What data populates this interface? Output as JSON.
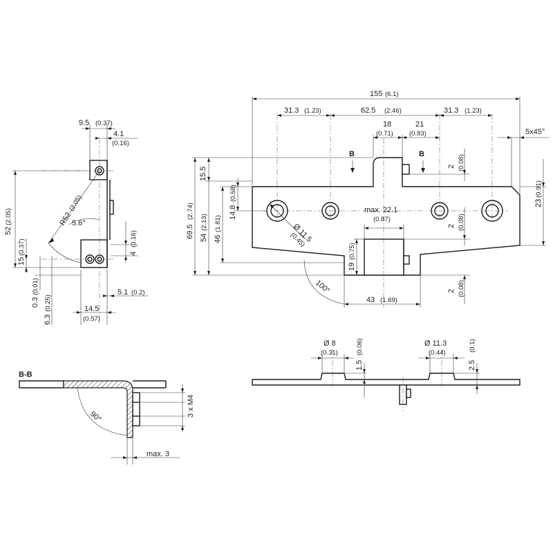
{
  "section": {
    "label": "B-B",
    "marker": "B"
  },
  "side_view": {
    "w1": "9.5",
    "w1_in": "(0.37)",
    "w2": "4.1",
    "w2_in": "(0.16)",
    "h_total": "52",
    "h_total_in": "(2.05)",
    "radius": "R52",
    "radius_in": "(2.05)",
    "angle": "5.6°",
    "h1": "15",
    "h1_in": "(0.37)",
    "h2": "4",
    "h2_in": "(0.16)",
    "h3": "0.3",
    "h3_in": "(0.01)",
    "h4": "6.3",
    "h4_in": "(0.25)",
    "w3": "5.1",
    "w3_in": "(0.2)",
    "w4": "14.5",
    "w4_in": "(0.57)"
  },
  "front_view": {
    "total": "155",
    "total_in": "(6.1)",
    "s1": "31.3",
    "s1_in": "(1.23)",
    "s2": "62.5",
    "s2_in": "(2.46)",
    "s3": "31.3",
    "s3_in": "(1.23)",
    "b1": "18",
    "b1_in": "(0.71)",
    "b2": "21",
    "b2_in": "(0.83)",
    "chamfer": "5x45°",
    "v1": "15.5",
    "v2": "14.8",
    "v2_in": "(0.58)",
    "v3": "69.5",
    "v3_in": "(2.74)",
    "v4": "54",
    "v4_in": "(2.13)",
    "v5": "46",
    "v5_in": "(1.81)",
    "r1": "2",
    "r1_in": "(0.08)",
    "r2": "23",
    "r2_in": "(0.91)",
    "r3": "2",
    "r3_in": "(0.08)",
    "r4": "2",
    "r4_in": "(0.08)",
    "hole": "Ø 11.5",
    "hole_in": "(0.45)",
    "slot_w": "max. 22.1",
    "slot_w_in": "(0.87)",
    "slot_h": "19",
    "slot_h_in": "(0.75)",
    "angle": "100°",
    "bottom": "43",
    "bottom_in": "(1.69)"
  },
  "section_view": {
    "angle": "90°",
    "thread": "3 x M4",
    "thickness": "max. 3"
  },
  "top_view": {
    "d1": "Ø 8",
    "d1_in": "(0.31)",
    "t1": "1.5",
    "t1_in": "(0.06)",
    "d2": "Ø 11.3",
    "d2_in": "(0.44)",
    "t2": "2.5",
    "t2_in": "(0.1)"
  }
}
